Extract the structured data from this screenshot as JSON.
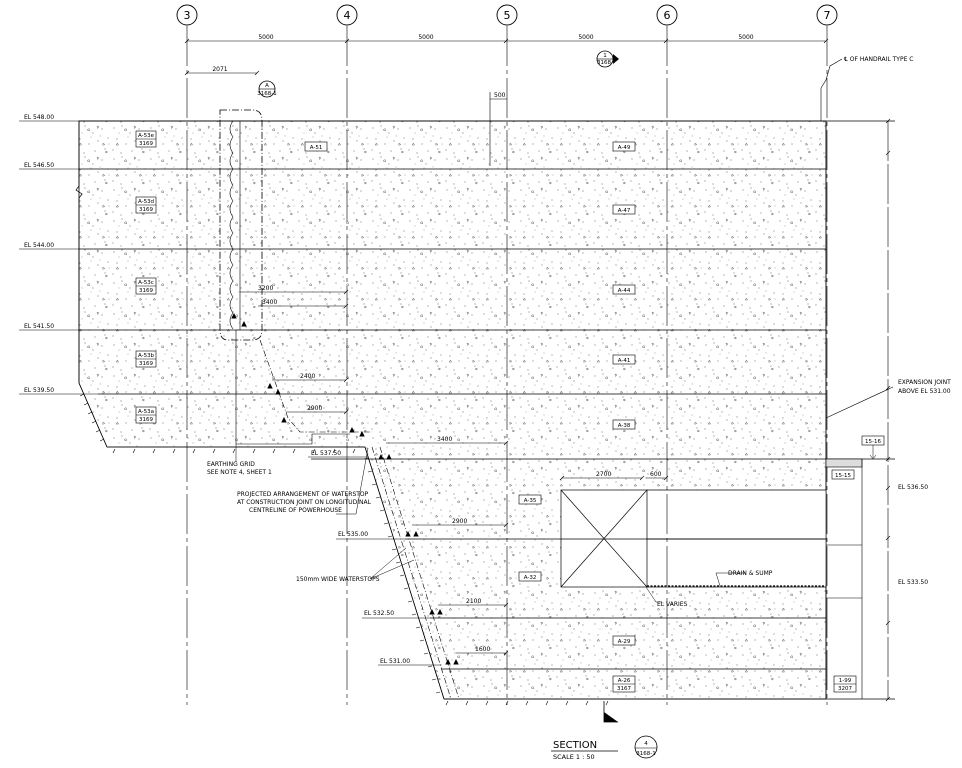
{
  "grid_lines": [
    "3",
    "4",
    "5",
    "6",
    "7"
  ],
  "bay_dimensions": [
    "5000",
    "5000",
    "5000",
    "5000"
  ],
  "dimensions": {
    "d2071": "2071",
    "d500": "500",
    "d3200": "3200",
    "d3400a": "3400",
    "d2400": "2400",
    "d2900a": "2900",
    "d3400b": "3400",
    "d2700": "2700",
    "d600": "600",
    "d2900b": "2900",
    "d2100": "2100",
    "d1600": "1600"
  },
  "elevations": {
    "el548": "EL 548.00",
    "el546": "EL 546.50",
    "el544": "EL 544.00",
    "el541": "EL 541.50",
    "el539": "EL 539.50",
    "el537": "EL 537.50",
    "el535": "EL 535.00",
    "el532": "EL 532.50",
    "el531": "EL 531.00",
    "el536r": "EL 536.50",
    "el533r": "EL 533.50"
  },
  "section_ref_top": {
    "num": "1",
    "sheet": "3168-"
  },
  "detail_ref_a": {
    "letter": "A",
    "sheet": "3168-1"
  },
  "left_tags": [
    {
      "code": "A-53e",
      "sheet": "3169"
    },
    {
      "code": "A-53d",
      "sheet": "3169"
    },
    {
      "code": "A-53c",
      "sheet": "3169"
    },
    {
      "code": "A-53b",
      "sheet": "3169"
    },
    {
      "code": "A-53a",
      "sheet": "3169"
    }
  ],
  "pour_tags": {
    "a51": "A-51",
    "a49": "A-49",
    "a47": "A-47",
    "a44": "A-44",
    "a41": "A-41",
    "a38": "A-38",
    "a35": "A-35",
    "a32": "A-32",
    "a29": "A-29"
  },
  "bottom_tag": {
    "code": "A-26",
    "sheet": "3167"
  },
  "right_tags": {
    "t1516a": "15-16",
    "t1515": "15-15",
    "t199": "1-99",
    "t199_sheet": "3207"
  },
  "notes": {
    "handrail": "℄ OF HANDRAIL TYPE C",
    "expansion_1": "EXPANSION JOINT",
    "expansion_2": "ABOVE EL 531.00",
    "earthing_1": "EARTHING GRID",
    "earthing_2": "SEE NOTE 4, SHEET 1",
    "projected_1": "PROJECTED ARRANGEMENT OF WATERSTOP",
    "projected_2": "AT CONSTRUCTION JOINT ON LONGITUDINAL",
    "projected_3": "CENTRELINE OF POWERHOUSE",
    "waterstops": "150mm WIDE WATERSTOPS",
    "drain": "DRAIN & SUMP",
    "el_varies": "EL VARIES"
  },
  "title": {
    "label": "SECTION",
    "scale": "SCALE 1 : 50",
    "num": "4",
    "sheet": "3168-1"
  }
}
